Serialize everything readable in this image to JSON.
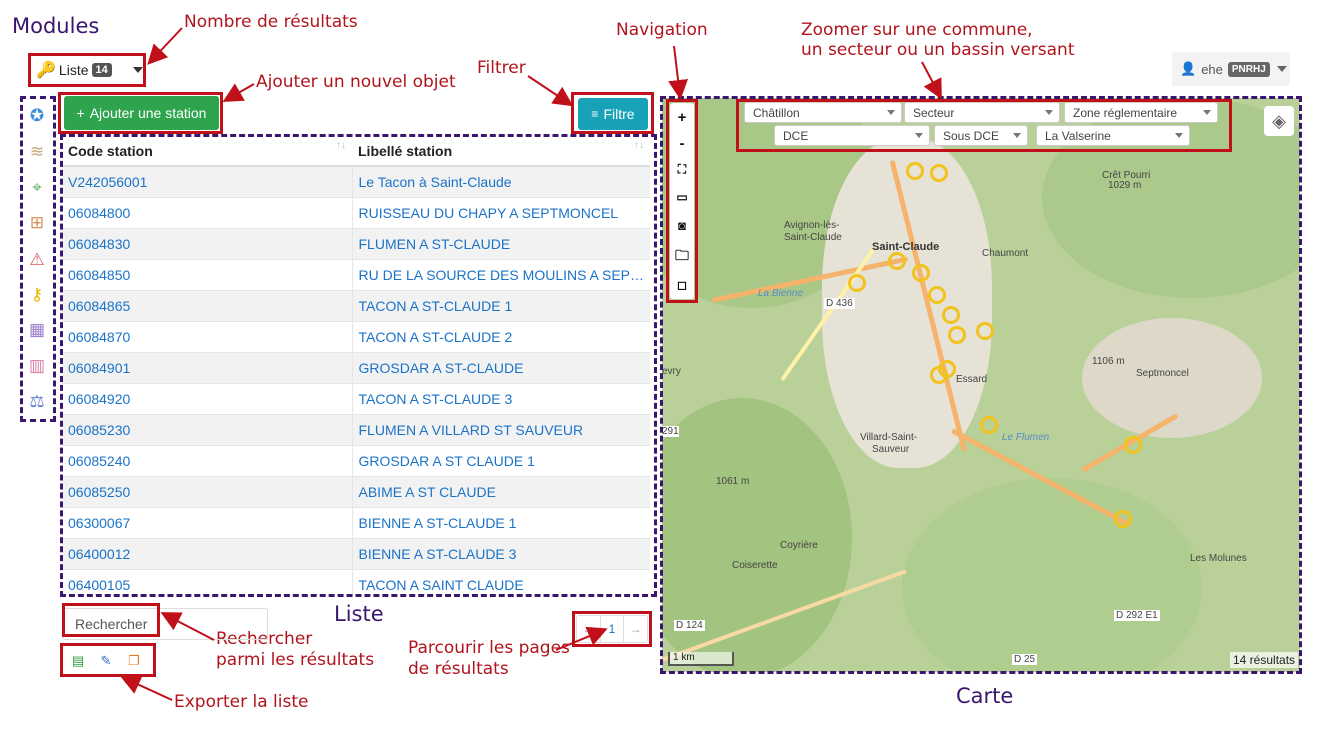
{
  "annotations": {
    "modules": "Modules",
    "nb_results": "Nombre de résultats",
    "add_object": "Ajouter un nouvel objet",
    "filter": "Filtrer",
    "navigation": "Navigation",
    "zoom_line1": "Zoomer sur une commune,",
    "zoom_line2": "un secteur ou un bassin versant",
    "list": "Liste",
    "search_line1": "Rechercher",
    "search_line2": "parmi les résultats",
    "pages_line1": "Parcourir les pages",
    "pages_line2": "de résultats",
    "export": "Exporter la liste",
    "map": "Carte"
  },
  "module_selector": {
    "label": "Liste",
    "count": "14"
  },
  "toolbar": {
    "add_label": "Ajouter une station",
    "filter_label": "Filtre"
  },
  "table": {
    "headers": [
      "Code station",
      "Libellé station"
    ],
    "rows": [
      [
        "V242056001",
        "Le Tacon à Saint-Claude"
      ],
      [
        "06084800",
        "RUISSEAU DU CHAPY A SEPTMONCEL"
      ],
      [
        "06084830",
        "FLUMEN A ST-CLAUDE"
      ],
      [
        "06084850",
        "RU DE LA SOURCE DES MOULINS A SEPTM..."
      ],
      [
        "06084865",
        "TACON A ST-CLAUDE 1"
      ],
      [
        "06084870",
        "TACON A ST-CLAUDE 2"
      ],
      [
        "06084901",
        "GROSDAR A ST-CLAUDE"
      ],
      [
        "06084920",
        "TACON A ST-CLAUDE 3"
      ],
      [
        "06085230",
        "FLUMEN A VILLARD ST SAUVEUR"
      ],
      [
        "06085240",
        "GROSDAR A ST CLAUDE 1"
      ],
      [
        "06085250",
        "ABIME A ST CLAUDE"
      ],
      [
        "06300067",
        "BIENNE A ST-CLAUDE 1"
      ],
      [
        "06400012",
        "BIENNE A ST-CLAUDE 3"
      ],
      [
        "06400105",
        "TACON A SAINT CLAUDE"
      ]
    ]
  },
  "search": {
    "placeholder": "Rechercher"
  },
  "pager": {
    "prev": "←",
    "current": "1",
    "next": "→"
  },
  "user": {
    "name": "ehe",
    "org": "PNRHJ"
  },
  "map": {
    "selects": {
      "commune": "Châtillon",
      "secteur": "Secteur",
      "zone": "Zone réglementaire",
      "dce": "DCE",
      "sous_dce": "Sous DCE",
      "bassin": "La Valserine"
    },
    "nav": {
      "zoom_in": "+",
      "zoom_out": "-"
    },
    "scale": "1 km",
    "results": "14 résultats",
    "places": {
      "avignon1": "Avignon-lès-",
      "avignon2": "Saint-Claude",
      "saint_claude": "Saint-Claude",
      "chaumont": "Chaumont",
      "cret1": "Crêt Pourri",
      "cret2": "1029 m",
      "septmoncel": "Septmoncel",
      "alt1106": "1106 m",
      "essard": "Essard",
      "villard1": "Villard-Saint-",
      "villard2": "Sauveur",
      "alt1061": "1061 m",
      "coyriere": "Coyrière",
      "coiserette": "Coiserette",
      "molunes": "Les Molunes",
      "d436": "D 436",
      "d124": "D 124",
      "d25": "D 25",
      "d292e1": "D 292 E1",
      "evry": "evry",
      "n291": "291",
      "labienne": "La Bienne",
      "flumen": "Le Flumen"
    }
  },
  "colors": {
    "accent_red": "#c0101a",
    "purple": "#3a1670",
    "green": "#2ea44f",
    "teal": "#17a2b8",
    "marker": "#f3c21b",
    "link": "#1a73c8"
  }
}
